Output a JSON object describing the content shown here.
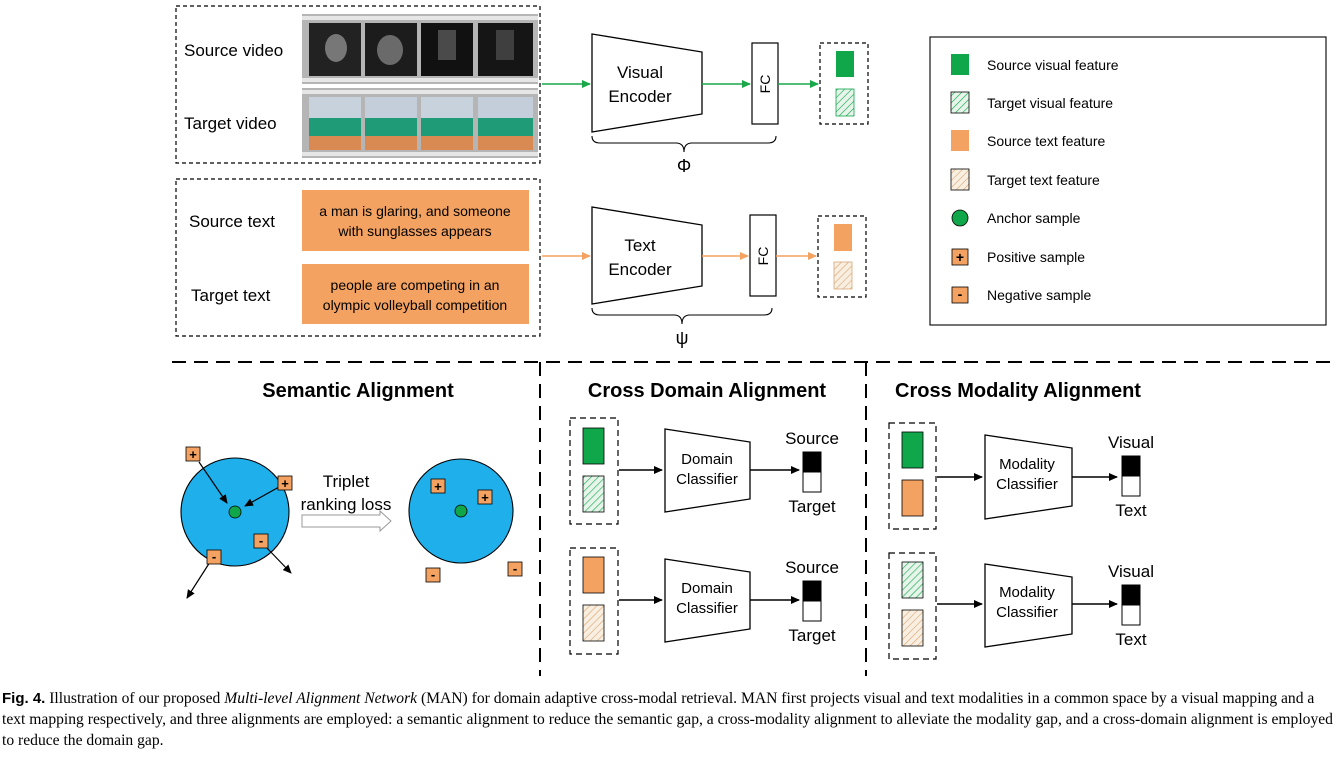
{
  "input": {
    "source_video_label": "Source video",
    "target_video_label": "Target video",
    "source_text_label": "Source text",
    "target_text_label": "Target text",
    "source_text_caption_line1": "a man is glaring, and someone",
    "source_text_caption_line2": "with sunglasses appears",
    "target_text_caption_line1": "people are competing in an",
    "target_text_caption_line2": "olympic volleyball competition"
  },
  "encoders": {
    "visual_line1": "Visual",
    "visual_line2": "Encoder",
    "text_line1": "Text",
    "text_line2": "Encoder",
    "fc": "FC",
    "phi": "Φ",
    "psi": "ψ"
  },
  "legend": {
    "items": [
      {
        "label": "Source visual feature",
        "icon": "solid-green-rect"
      },
      {
        "label": "Target visual feature",
        "icon": "hatched-green-rect"
      },
      {
        "label": "Source text feature",
        "icon": "solid-orange-rect"
      },
      {
        "label": "Target text feature",
        "icon": "hatched-orange-rect"
      },
      {
        "label": "Anchor sample",
        "icon": "green-circle"
      },
      {
        "label": "Positive sample",
        "icon": "plus-square"
      },
      {
        "label": "Negative sample",
        "icon": "minus-square"
      }
    ]
  },
  "sections": {
    "semantic": {
      "title": "Semantic Alignment",
      "loss_line1": "Triplet",
      "loss_line2": "ranking loss",
      "plus": "+",
      "minus": "-"
    },
    "cross_domain": {
      "title": "Cross Domain Alignment",
      "classifier_line1": "Domain",
      "classifier_line2": "Classifier",
      "out_top": "Source",
      "out_bottom": "Target"
    },
    "cross_modality": {
      "title": "Cross Modality Alignment",
      "classifier_line1": "Modality",
      "classifier_line2": "Classifier",
      "out_top": "Visual",
      "out_bottom": "Text"
    }
  },
  "caption": {
    "label": "Fig. 4.",
    "pre": " Illustration of our proposed ",
    "italic": "Multi-level Alignment Network",
    "post": " (MAN) for domain adaptive cross-modal retrieval. MAN first projects visual and text modalities in a common space by a visual mapping and a text mapping respectively, and three alignments are employed: a semantic alignment to reduce the semantic gap, a cross-modality alignment to alleviate the modality gap, and a cross-domain alignment is employed to reduce the domain gap."
  },
  "colors": {
    "green": "#10a64a",
    "orange": "#f4a261",
    "blue": "#1fb0ec",
    "arrow_green": "#1aa84a",
    "arrow_orange": "#f4a261",
    "hatch_green_fill": "#e6f4ea",
    "hatch_orange_fill": "#f8efe3"
  }
}
